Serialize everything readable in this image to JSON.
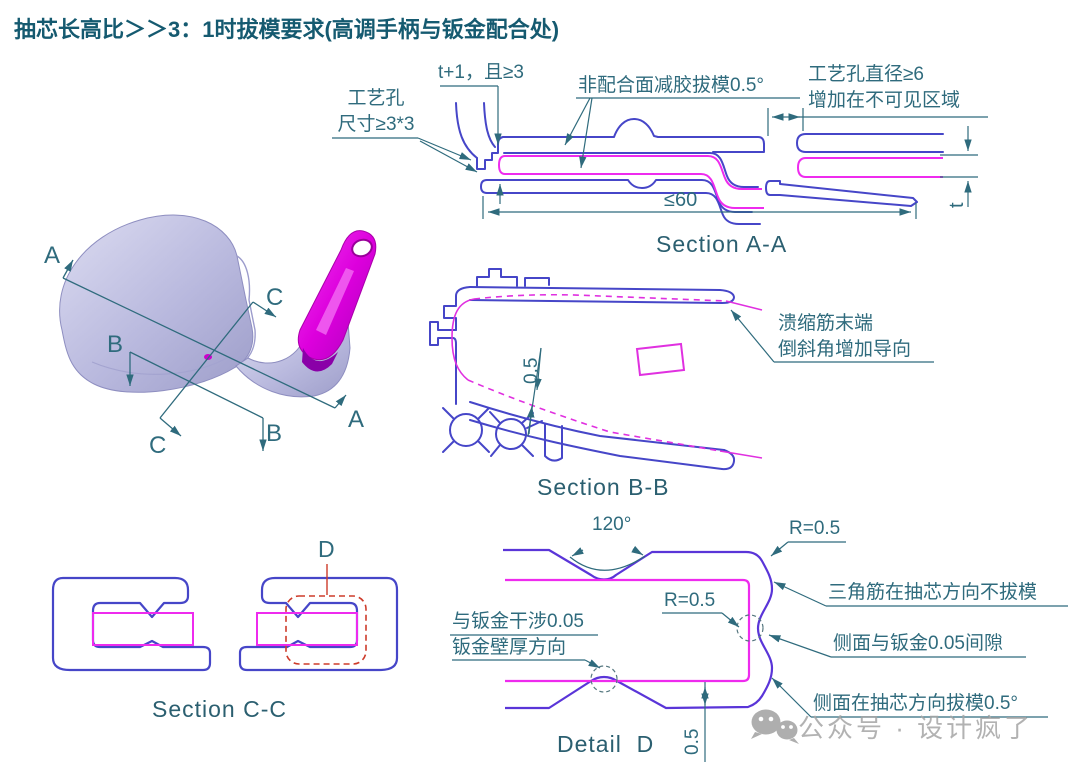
{
  "title": "抽芯长高比＞＞3：1时拔模要求(高调手柄与钣金配合处)",
  "colors": {
    "title_teal": "#155a70",
    "annotation_teal": "#2f6b7d",
    "cad_blue": "#4646c8",
    "cad_magenta": "#ee2bee",
    "detail_red": "#cd3b2a",
    "body_lavender": "#b9b9de",
    "part_magenta": "#e010e0",
    "watermark_gray": "#a5a5a5"
  },
  "view3d": {
    "label_a_top": "A",
    "label_a_bottom": "A",
    "label_b_top": "B",
    "label_b_bottom": "B",
    "label_c_top": "C",
    "label_c_bottom": "C"
  },
  "section_aa": {
    "label": "Section A-A",
    "ann_wall": "t+1，且≥3",
    "ann_hole_line1": "工艺孔",
    "ann_hole_line2": "尺寸≥3*3",
    "ann_draft": "非配合面减胶拔模0.5°",
    "ann_dia_line1": "工艺孔直径≥6",
    "ann_dia_line2": "增加在不可见区域",
    "dim_length": "≤60",
    "dim_thickness": "t"
  },
  "section_bb": {
    "label": "Section B-B",
    "dim_gap": "0.5",
    "ann_rib_line1": "溃缩筋末端",
    "ann_rib_line2": "倒斜角增加导向"
  },
  "section_cc": {
    "label": "Section C-C",
    "detail_marker": "D"
  },
  "detail_d": {
    "label": "Detail  D",
    "dim_angle": "120°",
    "dim_r_top": "R=0.5",
    "dim_r_mid": "R=0.5",
    "dim_gap": "0.5",
    "ann_interfere_line1": "与钣金干涉0.05",
    "ann_interfere_line2": "钣金壁厚方向",
    "ann_rib": "三角筋在抽芯方向不拔模",
    "ann_clearance": "侧面与钣金0.05间隙",
    "ann_draft": "侧面在抽芯方向拔模0.5°"
  },
  "watermark": {
    "text": "公众号 · 设计疯了"
  }
}
